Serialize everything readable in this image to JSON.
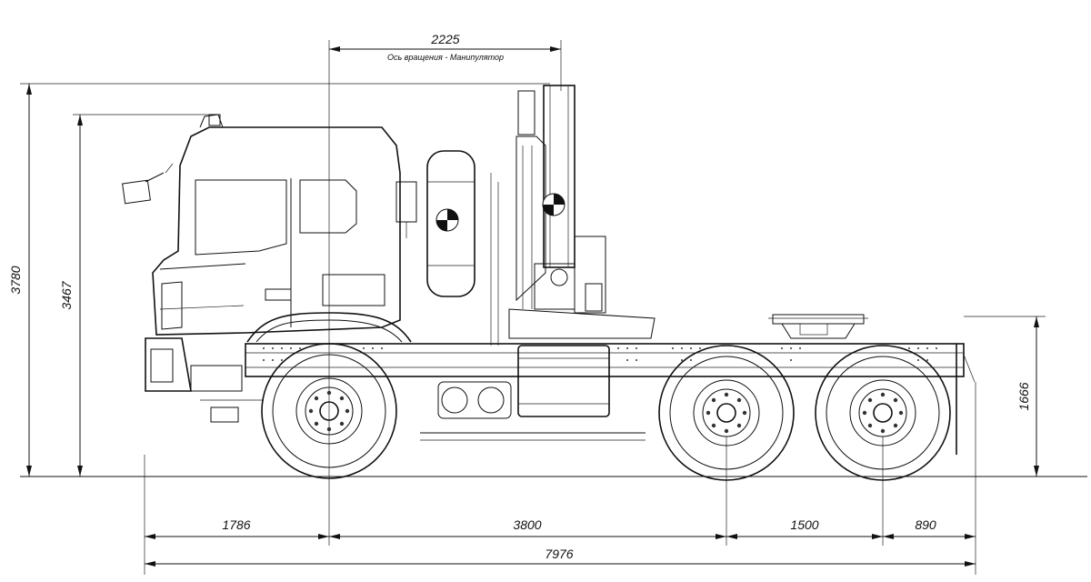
{
  "dimensions": {
    "top_span": "2225",
    "top_caption": "Ось вращения - Манипулятор",
    "left_outer": "3780",
    "left_inner": "3467",
    "right_height": "1666",
    "bottom_1": "1786",
    "bottom_2": "3800",
    "bottom_3": "1500",
    "bottom_4": "890",
    "overall": "7976"
  },
  "colors": {
    "line": "#111111",
    "background": "#ffffff"
  },
  "icons": [
    "center-of-gravity-marker-icon",
    "center-of-gravity-marker-icon"
  ]
}
